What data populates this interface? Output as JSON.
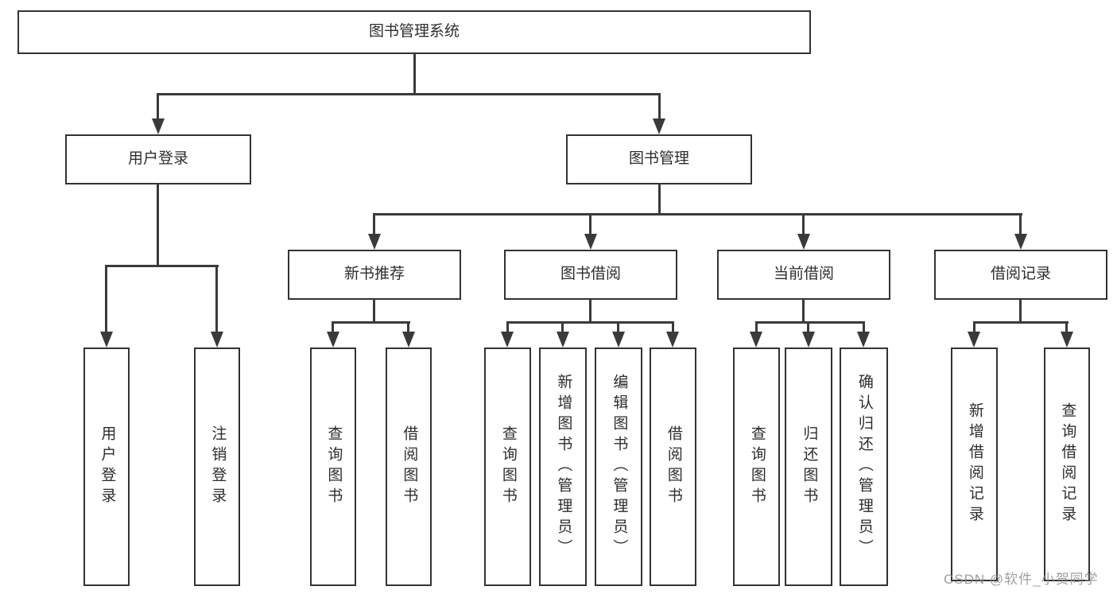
{
  "tree": {
    "label": "图书管理系统",
    "children": [
      {
        "label": "用户登录",
        "children": [
          {
            "label": "用户登录"
          },
          {
            "label": "注销登录"
          }
        ]
      },
      {
        "label": "图书管理",
        "children": [
          {
            "label": "新书推荐",
            "children": [
              {
                "label": "查询图书"
              },
              {
                "label": "借阅图书"
              }
            ]
          },
          {
            "label": "图书借阅",
            "children": [
              {
                "label": "查询图书"
              },
              {
                "label": "新增图书（管理员）"
              },
              {
                "label": "编辑图书（管理员）"
              },
              {
                "label": "借阅图书"
              }
            ]
          },
          {
            "label": "当前借阅",
            "children": [
              {
                "label": "查询图书"
              },
              {
                "label": "归还图书"
              },
              {
                "label": "确认归还（管理员）"
              }
            ]
          },
          {
            "label": "借阅记录",
            "children": [
              {
                "label": "新增借阅记录"
              },
              {
                "label": "查询借阅记录"
              }
            ]
          }
        ]
      }
    ]
  },
  "watermark": "CSDN @软件_小贺同学",
  "colors": {
    "line": "#3a3a3a",
    "box_border": "#333333",
    "text": "#2d2d2d",
    "background": "#ffffff",
    "watermark": "#8f8f8f"
  }
}
